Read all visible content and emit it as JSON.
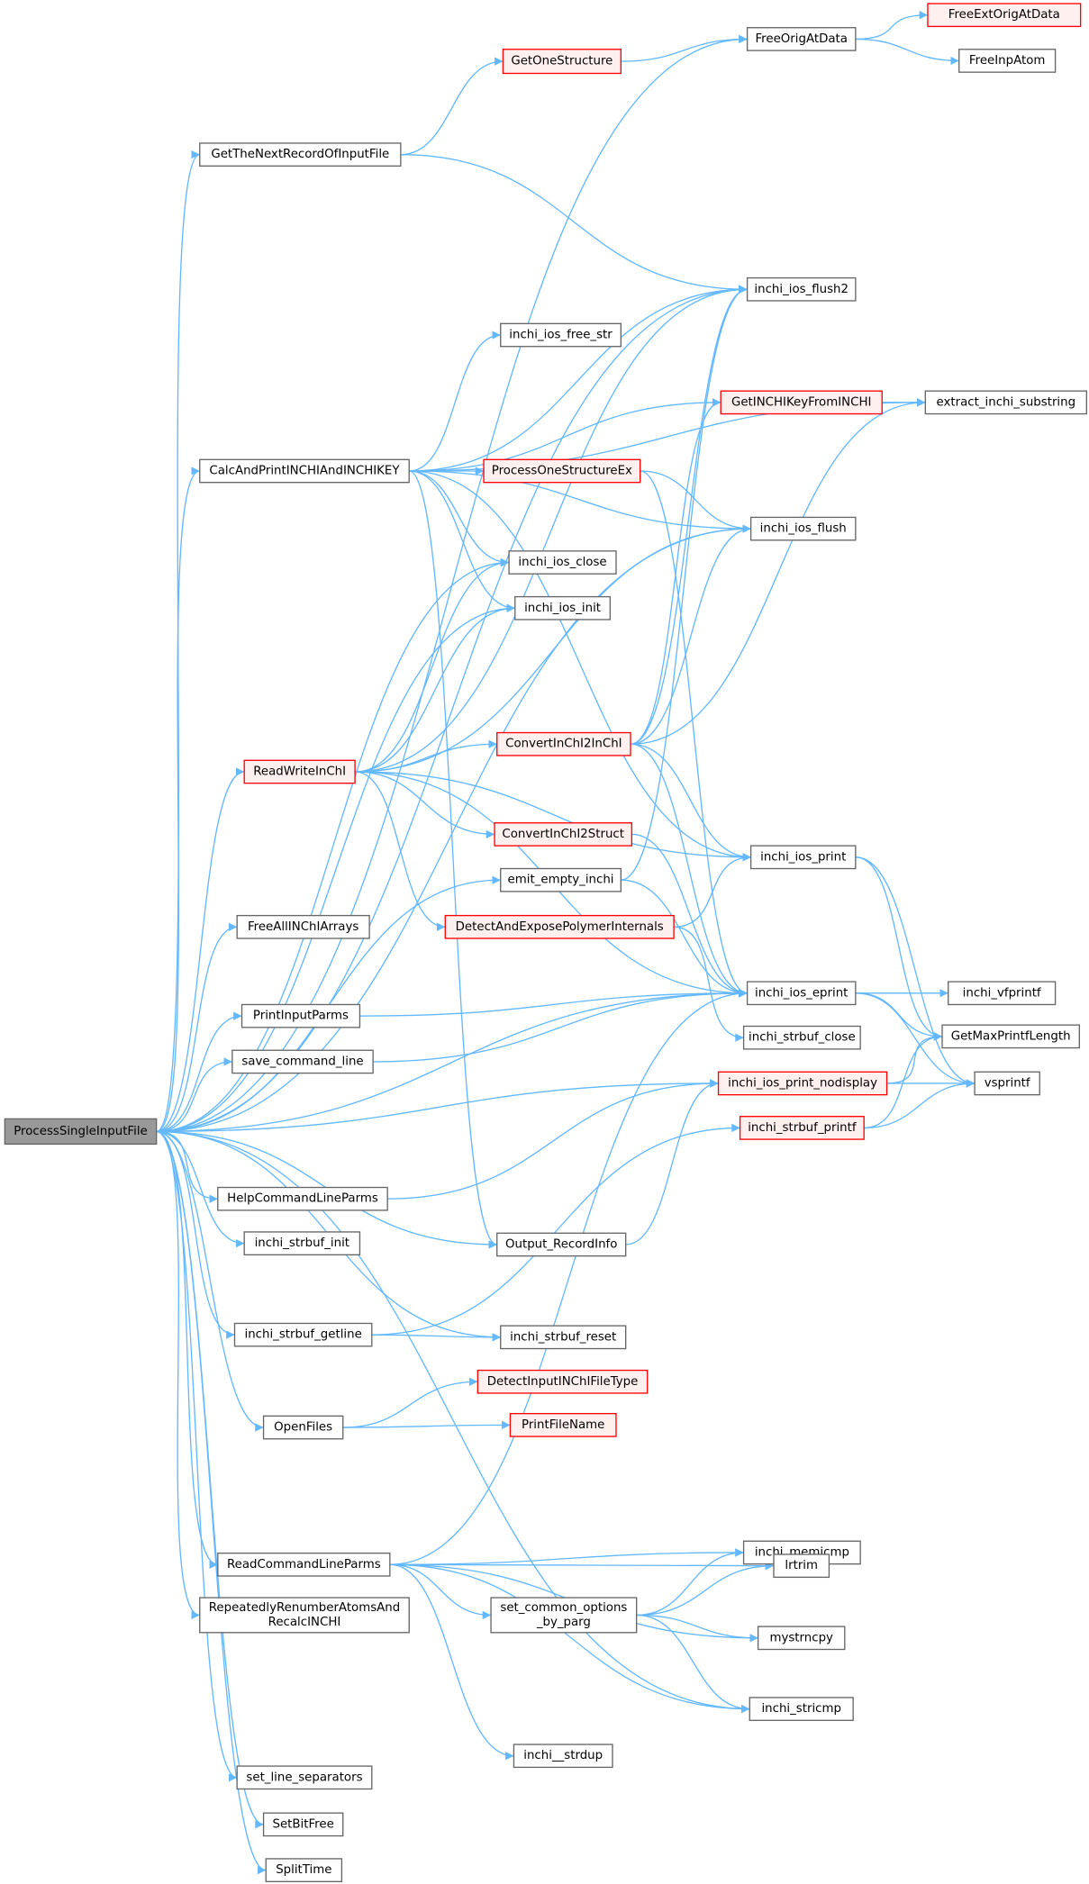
{
  "colors": {
    "edge": "#63b8ff",
    "red_border": "#ff0000",
    "red_fill": "#fff0f0",
    "main_fill": "#999999",
    "border": "#666666"
  },
  "nodes": {
    "psif": {
      "label": "ProcessSingleInputFile",
      "style": "main"
    },
    "freeorig": {
      "label": "FreeOrigAtData",
      "style": "normal"
    },
    "freeext": {
      "label": "FreeExtOrigAtData",
      "style": "red"
    },
    "freeinp": {
      "label": "FreeInpAtom",
      "style": "normal"
    },
    "getone": {
      "label": "GetOneStructure",
      "style": "red"
    },
    "getnext": {
      "label": "GetTheNextRecordOfInputFile",
      "style": "normal"
    },
    "flush2": {
      "label": "inchi_ios_flush2",
      "style": "normal"
    },
    "freestr": {
      "label": "inchi_ios_free_str",
      "style": "normal"
    },
    "getkey": {
      "label": "GetINCHIKeyFromINCHI",
      "style": "red"
    },
    "extract": {
      "label": "extract_inchi_substring",
      "style": "normal"
    },
    "calc": {
      "label": "CalcAndPrintINCHIAndINCHIKEY",
      "style": "normal"
    },
    "procone": {
      "label": "ProcessOneStructureEx",
      "style": "red"
    },
    "flush": {
      "label": "inchi_ios_flush",
      "style": "normal"
    },
    "close": {
      "label": "inchi_ios_close",
      "style": "normal"
    },
    "init": {
      "label": "inchi_ios_init",
      "style": "normal"
    },
    "c2i": {
      "label": "ConvertInChI2InChI",
      "style": "red"
    },
    "rwi": {
      "label": "ReadWriteInChI",
      "style": "red"
    },
    "c2s": {
      "label": "ConvertInChI2Struct",
      "style": "red"
    },
    "print": {
      "label": "inchi_ios_print",
      "style": "normal"
    },
    "emit": {
      "label": "emit_empty_inchi",
      "style": "normal"
    },
    "freeall": {
      "label": "FreeAllINChIArrays",
      "style": "normal"
    },
    "poly": {
      "label": "DetectAndExposePolymerInternals",
      "style": "red"
    },
    "eprint": {
      "label": "inchi_ios_eprint",
      "style": "normal"
    },
    "vfprintf": {
      "label": "inchi_vfprintf",
      "style": "normal"
    },
    "pip": {
      "label": "PrintInputParms",
      "style": "normal"
    },
    "sbclose": {
      "label": "inchi_strbuf_close",
      "style": "normal"
    },
    "getmax": {
      "label": "GetMaxPrintfLength",
      "style": "normal"
    },
    "savecmd": {
      "label": "save_command_line",
      "style": "normal"
    },
    "nodisp": {
      "label": "inchi_ios_print_nodisplay",
      "style": "red"
    },
    "vsprintf": {
      "label": "vsprintf",
      "style": "normal"
    },
    "sbprintf": {
      "label": "inchi_strbuf_printf",
      "style": "red"
    },
    "help": {
      "label": "HelpCommandLineParms",
      "style": "normal"
    },
    "sbinit": {
      "label": "inchi_strbuf_init",
      "style": "normal"
    },
    "outrec": {
      "label": "Output_RecordInfo",
      "style": "normal"
    },
    "getline": {
      "label": "inchi_strbuf_getline",
      "style": "normal"
    },
    "sbreset": {
      "label": "inchi_strbuf_reset",
      "style": "normal"
    },
    "detecttype": {
      "label": "DetectInputINChIFileType",
      "style": "red"
    },
    "openfiles": {
      "label": "OpenFiles",
      "style": "normal"
    },
    "printfn": {
      "label": "PrintFileName",
      "style": "red"
    },
    "memicmp": {
      "label": "inchi_memicmp",
      "style": "normal"
    },
    "readcmd": {
      "label": "ReadCommandLineParms",
      "style": "normal"
    },
    "lrtrim": {
      "label": "lrtrim",
      "style": "normal"
    },
    "setcommon": {
      "label": "set_common_options\n_by_parg",
      "style": "normal"
    },
    "renum": {
      "label": "RepeatedlyRenumberAtomsAnd\nRecalcINCHI",
      "style": "normal"
    },
    "mystrncpy": {
      "label": "mystrncpy",
      "style": "normal"
    },
    "stricmp": {
      "label": "inchi_stricmp",
      "style": "normal"
    },
    "strdup": {
      "label": "inchi__strdup",
      "style": "normal"
    },
    "linesep": {
      "label": "set_line_separators",
      "style": "normal"
    },
    "setbit": {
      "label": "SetBitFree",
      "style": "normal"
    },
    "split": {
      "label": "SplitTime",
      "style": "normal"
    }
  },
  "edges": [
    [
      "psif",
      "freeorig"
    ],
    [
      "psif",
      "getnext"
    ],
    [
      "psif",
      "flush2"
    ],
    [
      "psif",
      "flush"
    ],
    [
      "psif",
      "calc"
    ],
    [
      "psif",
      "close"
    ],
    [
      "psif",
      "init"
    ],
    [
      "psif",
      "rwi"
    ],
    [
      "psif",
      "freeall"
    ],
    [
      "psif",
      "emit"
    ],
    [
      "psif",
      "pip"
    ],
    [
      "psif",
      "savecmd"
    ],
    [
      "psif",
      "eprint"
    ],
    [
      "psif",
      "nodisp"
    ],
    [
      "psif",
      "help"
    ],
    [
      "psif",
      "sbinit"
    ],
    [
      "psif",
      "outrec"
    ],
    [
      "psif",
      "getline"
    ],
    [
      "psif",
      "sbreset"
    ],
    [
      "psif",
      "openfiles"
    ],
    [
      "psif",
      "readcmd"
    ],
    [
      "psif",
      "renum"
    ],
    [
      "psif",
      "stricmp"
    ],
    [
      "psif",
      "linesep"
    ],
    [
      "psif",
      "setbit"
    ],
    [
      "psif",
      "split"
    ],
    [
      "getnext",
      "getone"
    ],
    [
      "getnext",
      "flush2"
    ],
    [
      "getone",
      "freeorig"
    ],
    [
      "freeorig",
      "freeext"
    ],
    [
      "freeorig",
      "freeinp"
    ],
    [
      "calc",
      "flush2"
    ],
    [
      "calc",
      "extract"
    ],
    [
      "calc",
      "freestr"
    ],
    [
      "calc",
      "getkey"
    ],
    [
      "calc",
      "procone"
    ],
    [
      "calc",
      "flush"
    ],
    [
      "calc",
      "close"
    ],
    [
      "calc",
      "init"
    ],
    [
      "calc",
      "print"
    ],
    [
      "calc",
      "outrec"
    ],
    [
      "getkey",
      "extract"
    ],
    [
      "procone",
      "flush"
    ],
    [
      "procone",
      "eprint"
    ],
    [
      "rwi",
      "close"
    ],
    [
      "rwi",
      "init"
    ],
    [
      "rwi",
      "flush2"
    ],
    [
      "rwi",
      "flush"
    ],
    [
      "rwi",
      "c2i"
    ],
    [
      "rwi",
      "c2s"
    ],
    [
      "rwi",
      "print"
    ],
    [
      "rwi",
      "poly"
    ],
    [
      "rwi",
      "eprint"
    ],
    [
      "c2i",
      "flush2"
    ],
    [
      "c2i",
      "getkey"
    ],
    [
      "c2i",
      "flush"
    ],
    [
      "c2i",
      "extract"
    ],
    [
      "c2i",
      "print"
    ],
    [
      "c2i",
      "eprint"
    ],
    [
      "c2s",
      "eprint"
    ],
    [
      "emit",
      "flush2"
    ],
    [
      "emit",
      "eprint"
    ],
    [
      "poly",
      "print"
    ],
    [
      "poly",
      "sbclose"
    ],
    [
      "print",
      "getmax"
    ],
    [
      "print",
      "vsprintf"
    ],
    [
      "eprint",
      "vfprintf"
    ],
    [
      "eprint",
      "getmax"
    ],
    [
      "eprint",
      "vsprintf"
    ],
    [
      "nodisp",
      "getmax"
    ],
    [
      "nodisp",
      "vsprintf"
    ],
    [
      "sbprintf",
      "getmax"
    ],
    [
      "sbprintf",
      "vsprintf"
    ],
    [
      "pip",
      "eprint"
    ],
    [
      "savecmd",
      "eprint"
    ],
    [
      "help",
      "nodisp"
    ],
    [
      "outrec",
      "nodisp"
    ],
    [
      "getline",
      "sbprintf"
    ],
    [
      "getline",
      "sbreset"
    ],
    [
      "openfiles",
      "detecttype"
    ],
    [
      "openfiles",
      "printfn"
    ],
    [
      "readcmd",
      "eprint"
    ],
    [
      "readcmd",
      "memicmp"
    ],
    [
      "readcmd",
      "lrtrim"
    ],
    [
      "readcmd",
      "setcommon"
    ],
    [
      "readcmd",
      "mystrncpy"
    ],
    [
      "readcmd",
      "stricmp"
    ],
    [
      "readcmd",
      "strdup"
    ],
    [
      "setcommon",
      "memicmp"
    ],
    [
      "setcommon",
      "lrtrim"
    ],
    [
      "setcommon",
      "mystrncpy"
    ],
    [
      "setcommon",
      "stricmp"
    ]
  ]
}
